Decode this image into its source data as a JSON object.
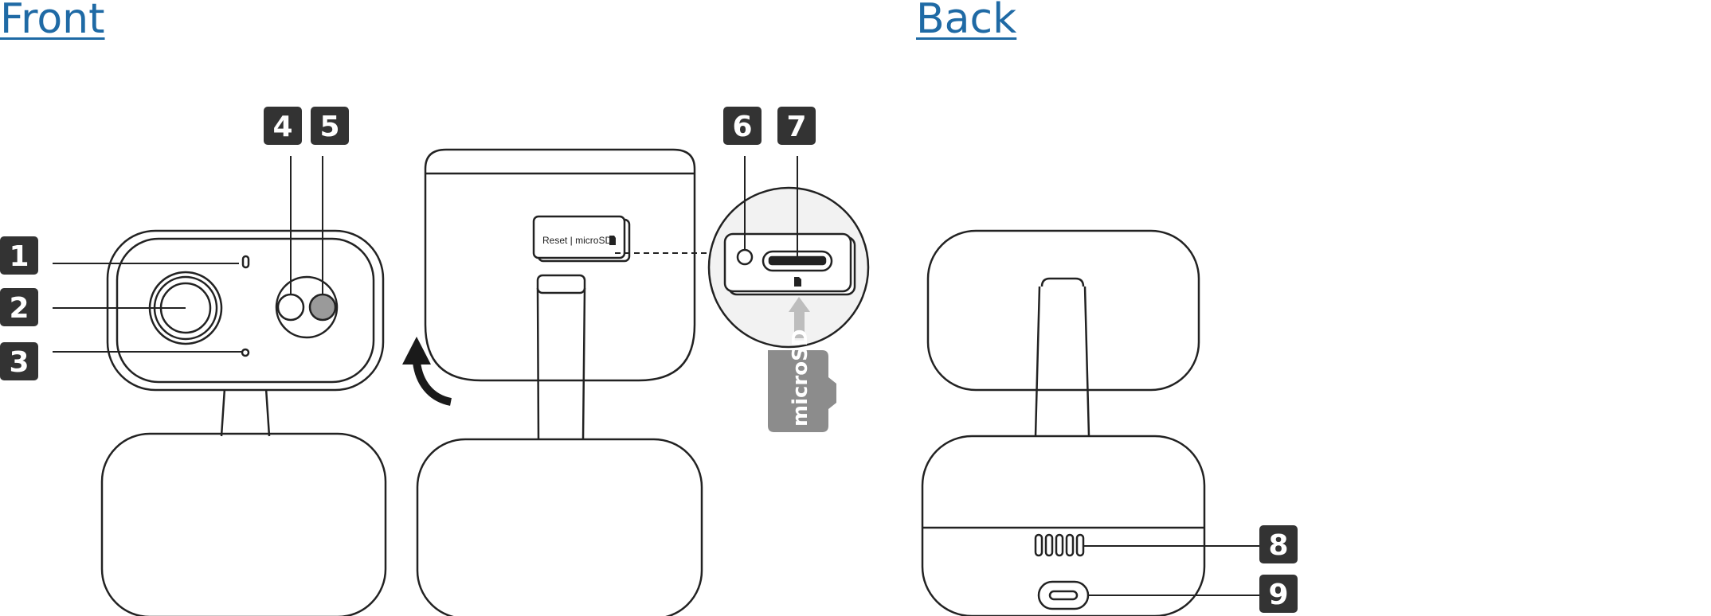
{
  "titles": {
    "front": "Front",
    "back": "Back"
  },
  "callouts": [
    "1",
    "2",
    "3",
    "4",
    "5",
    "6",
    "7",
    "8",
    "9"
  ],
  "labels": {
    "slot_label": "Reset | microSD",
    "card_label": "microSD"
  },
  "colors": {
    "heading": "#1f6aa5",
    "badge": "#333333",
    "card": "#8c8c8c",
    "outline": "#222222",
    "arrow": "#aaaaaa"
  },
  "icons": [
    "sd-card-icon",
    "rotate-arrow-icon",
    "insert-arrow-icon"
  ]
}
